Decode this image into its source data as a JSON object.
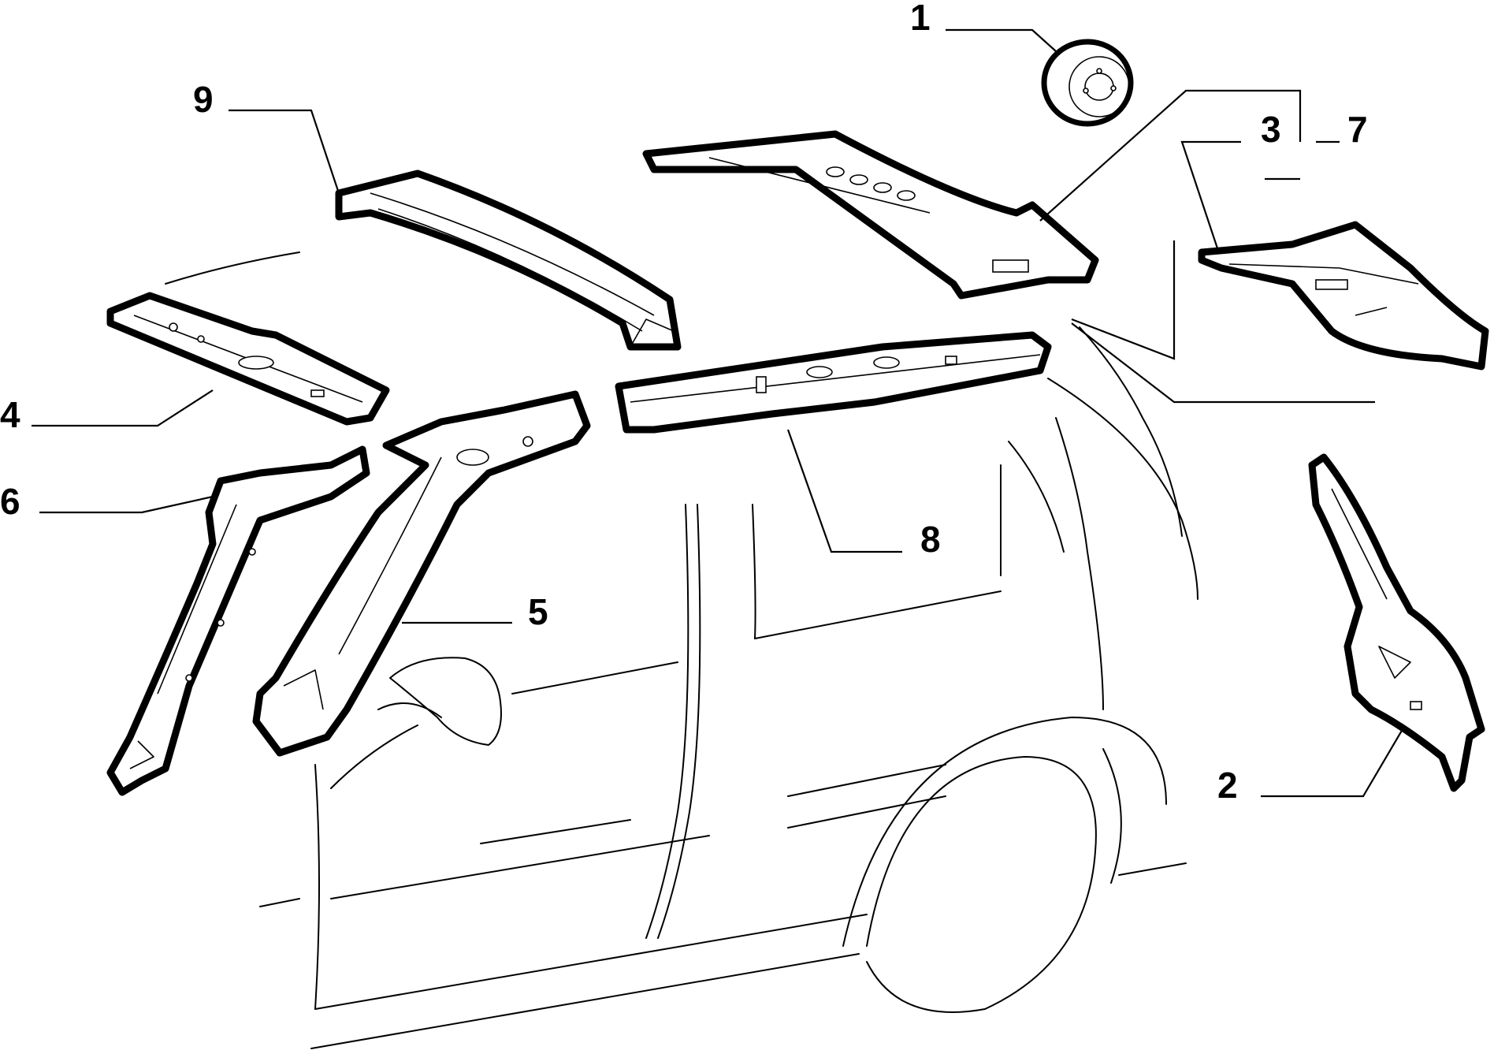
{
  "diagram": {
    "callouts": [
      {
        "id": "1",
        "label": "1"
      },
      {
        "id": "2",
        "label": "2"
      },
      {
        "id": "3",
        "label": "3"
      },
      {
        "id": "4",
        "label": "4"
      },
      {
        "id": "5",
        "label": "5"
      },
      {
        "id": "6",
        "label": "6"
      },
      {
        "id": "7",
        "label": "7"
      },
      {
        "id": "8",
        "label": "8"
      },
      {
        "id": "9",
        "label": "9"
      }
    ],
    "colors": {
      "ink": "#000000",
      "paper": "#ffffff"
    }
  }
}
